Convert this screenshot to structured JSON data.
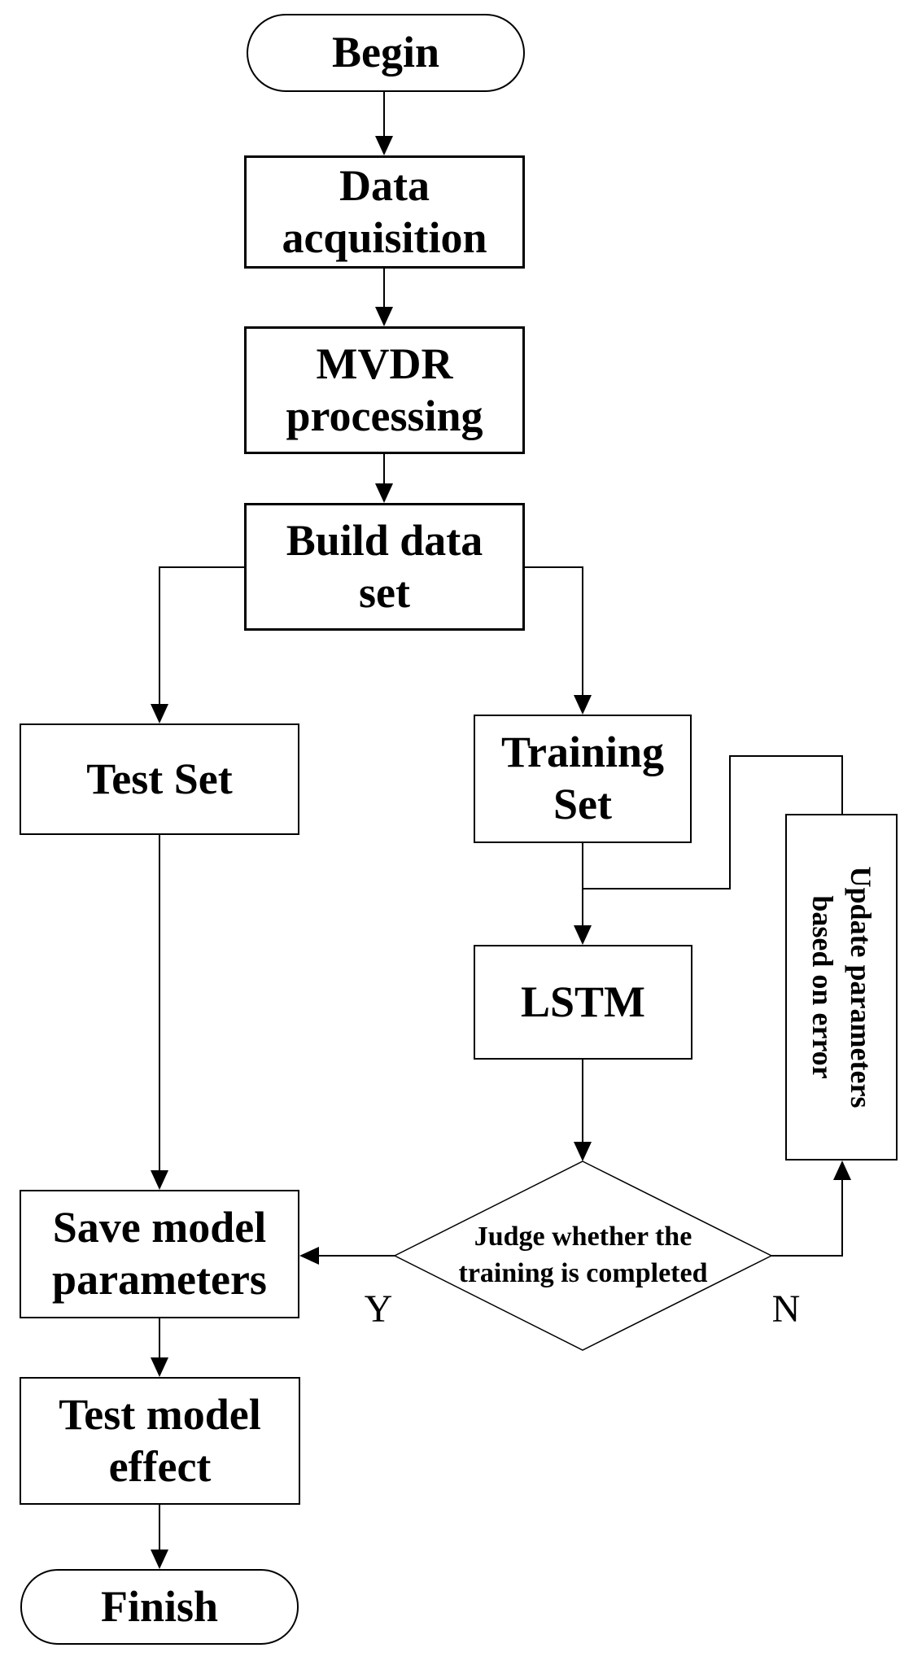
{
  "diagram": {
    "type": "flowchart",
    "background_color": "#ffffff",
    "line_color": "#000000",
    "text_color": "#000000",
    "nodes": {
      "begin": {
        "shape": "terminator",
        "label": "Begin"
      },
      "data_acquisition": {
        "shape": "process",
        "lines": [
          "Data",
          "acquisition"
        ]
      },
      "mvdr_processing": {
        "shape": "process",
        "lines": [
          "MVDR",
          "processing"
        ]
      },
      "build_data_set": {
        "shape": "process",
        "lines": [
          "Build data",
          "set"
        ]
      },
      "test_set": {
        "shape": "process",
        "label": "Test Set"
      },
      "training_set": {
        "shape": "process",
        "lines": [
          "Training",
          "Set"
        ]
      },
      "lstm": {
        "shape": "process",
        "label": "LSTM"
      },
      "judge": {
        "shape": "decision",
        "lines": [
          "Judge whether the",
          "training is completed"
        ]
      },
      "update_parameters": {
        "shape": "process",
        "text_rotation_deg": 90,
        "lines": [
          "Update parameters",
          "based on error"
        ]
      },
      "save_model_parameters": {
        "shape": "process",
        "lines": [
          "Save model",
          "parameters"
        ]
      },
      "test_model_effect": {
        "shape": "process",
        "lines": [
          "Test model",
          "effect"
        ]
      },
      "finish": {
        "shape": "terminator",
        "label": "Finish"
      }
    },
    "edge_labels": {
      "yes": "Y",
      "no": "N"
    }
  }
}
